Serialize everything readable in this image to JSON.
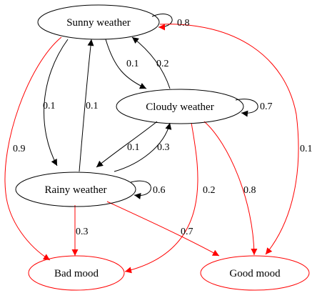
{
  "nodes": [
    {
      "id": "sunny",
      "label": "Sunny weather",
      "color": "#000000"
    },
    {
      "id": "cloudy",
      "label": "Cloudy weather",
      "color": "#000000"
    },
    {
      "id": "rainy",
      "label": "Rainy weather",
      "color": "#000000"
    },
    {
      "id": "bad",
      "label": "Bad mood",
      "color": "#ff0000"
    },
    {
      "id": "good",
      "label": "Good mood",
      "color": "#ff0000"
    }
  ],
  "edges": [
    {
      "from": "sunny",
      "to": "sunny",
      "label": "0.8",
      "color": "#000000"
    },
    {
      "from": "sunny",
      "to": "cloudy",
      "label": "0.1",
      "color": "#000000"
    },
    {
      "from": "sunny",
      "to": "rainy",
      "label": "0.1",
      "color": "#000000"
    },
    {
      "from": "cloudy",
      "to": "sunny",
      "label": "0.2",
      "color": "#000000"
    },
    {
      "from": "cloudy",
      "to": "cloudy",
      "label": "0.7",
      "color": "#000000"
    },
    {
      "from": "cloudy",
      "to": "rainy",
      "label": "0.1",
      "color": "#000000"
    },
    {
      "from": "rainy",
      "to": "sunny",
      "label": "0.1",
      "color": "#000000"
    },
    {
      "from": "rainy",
      "to": "cloudy",
      "label": "0.3",
      "color": "#000000"
    },
    {
      "from": "rainy",
      "to": "rainy",
      "label": "0.6",
      "color": "#000000"
    },
    {
      "from": "sunny",
      "to": "bad",
      "label": "0.9",
      "color": "#ff0000"
    },
    {
      "from": "sunny",
      "to": "good",
      "label": "0.1",
      "color": "#ff0000"
    },
    {
      "from": "cloudy",
      "to": "bad",
      "label": "0.2",
      "color": "#ff0000"
    },
    {
      "from": "cloudy",
      "to": "good",
      "label": "0.8",
      "color": "#ff0000"
    },
    {
      "from": "rainy",
      "to": "bad",
      "label": "0.3",
      "color": "#ff0000"
    },
    {
      "from": "rainy",
      "to": "good",
      "label": "0.7",
      "color": "#ff0000"
    }
  ]
}
